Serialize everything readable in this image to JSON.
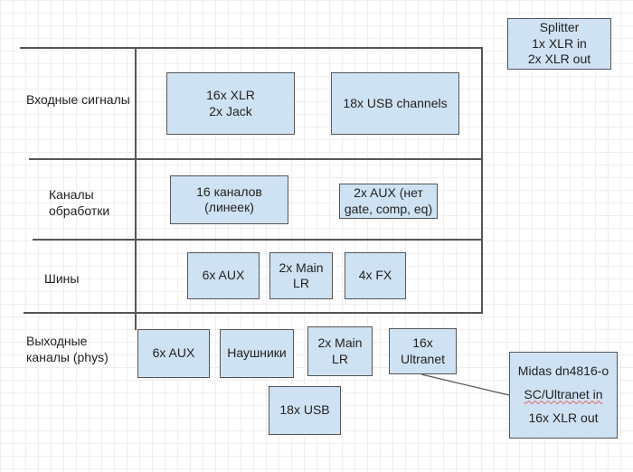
{
  "rows": [
    {
      "label": "Входные сигналы"
    },
    {
      "label_line1": "Каналы",
      "label_line2": "обработки"
    },
    {
      "label": "Шины"
    },
    {
      "label_line1": "Выходные",
      "label_line2": "каналы (phys)"
    }
  ],
  "boxes": {
    "splitter": [
      "Splitter",
      "1x XLR in",
      "2x XLR out"
    ],
    "xlr_jack": [
      "16x XLR",
      "2x Jack"
    ],
    "usb_channels": [
      "18x USB channels"
    ],
    "channels_16": [
      "16 каналов",
      "(линеек)"
    ],
    "aux_2": [
      "2x AUX (нет",
      "gate, comp, eq)"
    ],
    "bus_aux6": [
      "6x AUX"
    ],
    "bus_main_lr": [
      "2x Main",
      "LR"
    ],
    "bus_fx4": [
      "4x FX"
    ],
    "out_aux6": [
      "6x AUX"
    ],
    "out_headphones": [
      "Наушники"
    ],
    "out_main_lr": [
      "2x Main",
      "LR"
    ],
    "out_ultranet": [
      "16x",
      "Ultranet"
    ],
    "out_usb18": [
      "18x USB"
    ],
    "midas": [
      "Midas dn4816-o",
      "SC/Ultranet in",
      "16x XLR out"
    ]
  },
  "colors": {
    "box_fill": "#cfe2f3",
    "box_border": "#555555",
    "line": "#555555"
  }
}
